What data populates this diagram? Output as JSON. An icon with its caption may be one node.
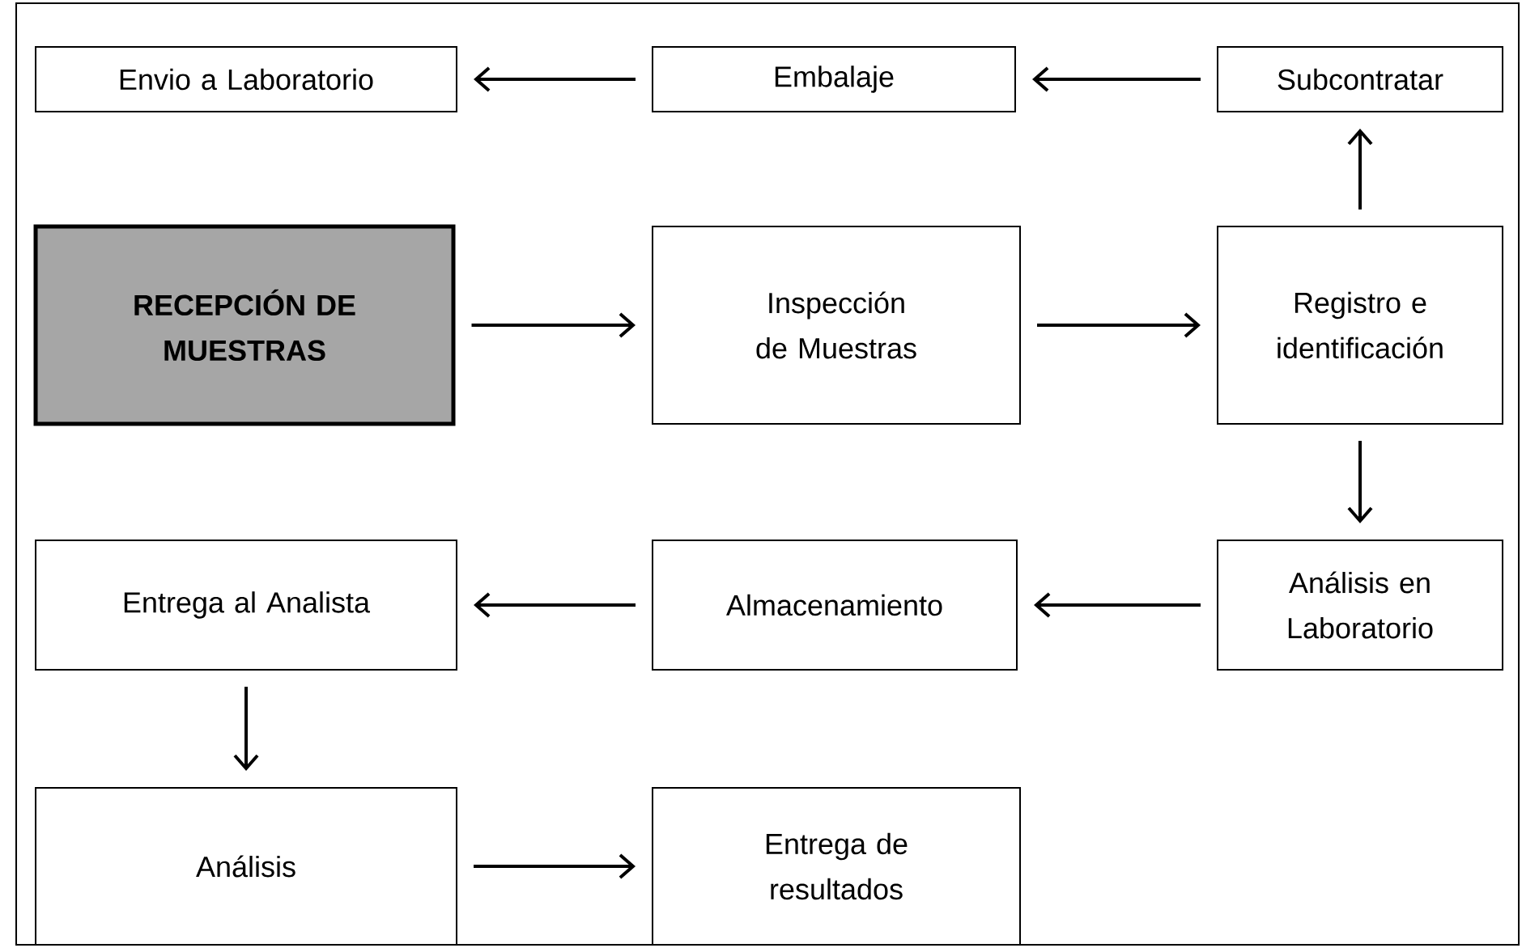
{
  "diagram": {
    "nodes": [
      {
        "text": [
          "Envio a Laboratorio"
        ]
      },
      {
        "text": [
          "Embalaje"
        ]
      },
      {
        "text": [
          "Subcontratar"
        ]
      },
      {
        "text": [
          "RECEPCIÓN DE MUESTRAS"
        ]
      },
      {
        "text": [
          "Inspección de Muestras"
        ]
      },
      {
        "text": [
          "Registro e identificación"
        ]
      },
      {
        "text": [
          "Análisis en Laboratorio"
        ]
      },
      {
        "text": [
          "Almacenamiento"
        ]
      },
      {
        "text": [
          "Entrega al Analista"
        ]
      },
      {
        "text": [
          "Análisis"
        ]
      },
      {
        "text": [
          "Entrega de resultados"
        ]
      }
    ],
    "edges": [
      {
        "from": 1,
        "to": 0,
        "arrow": "to"
      },
      {
        "from": 2,
        "to": 1,
        "arrow": "to"
      },
      {
        "from": 5,
        "to": 2,
        "arrow": "to"
      },
      {
        "from": 3,
        "to": 4,
        "arrow": "to"
      },
      {
        "from": 4,
        "to": 5,
        "arrow": "to"
      },
      {
        "from": 5,
        "to": 6,
        "arrow": "to"
      },
      {
        "from": 6,
        "to": 7,
        "arrow": "to"
      },
      {
        "from": 7,
        "to": 8,
        "arrow": "to"
      },
      {
        "from": 8,
        "to": 9,
        "arrow": "to"
      },
      {
        "from": 9,
        "to": 10,
        "arrow": "to"
      }
    ]
  }
}
